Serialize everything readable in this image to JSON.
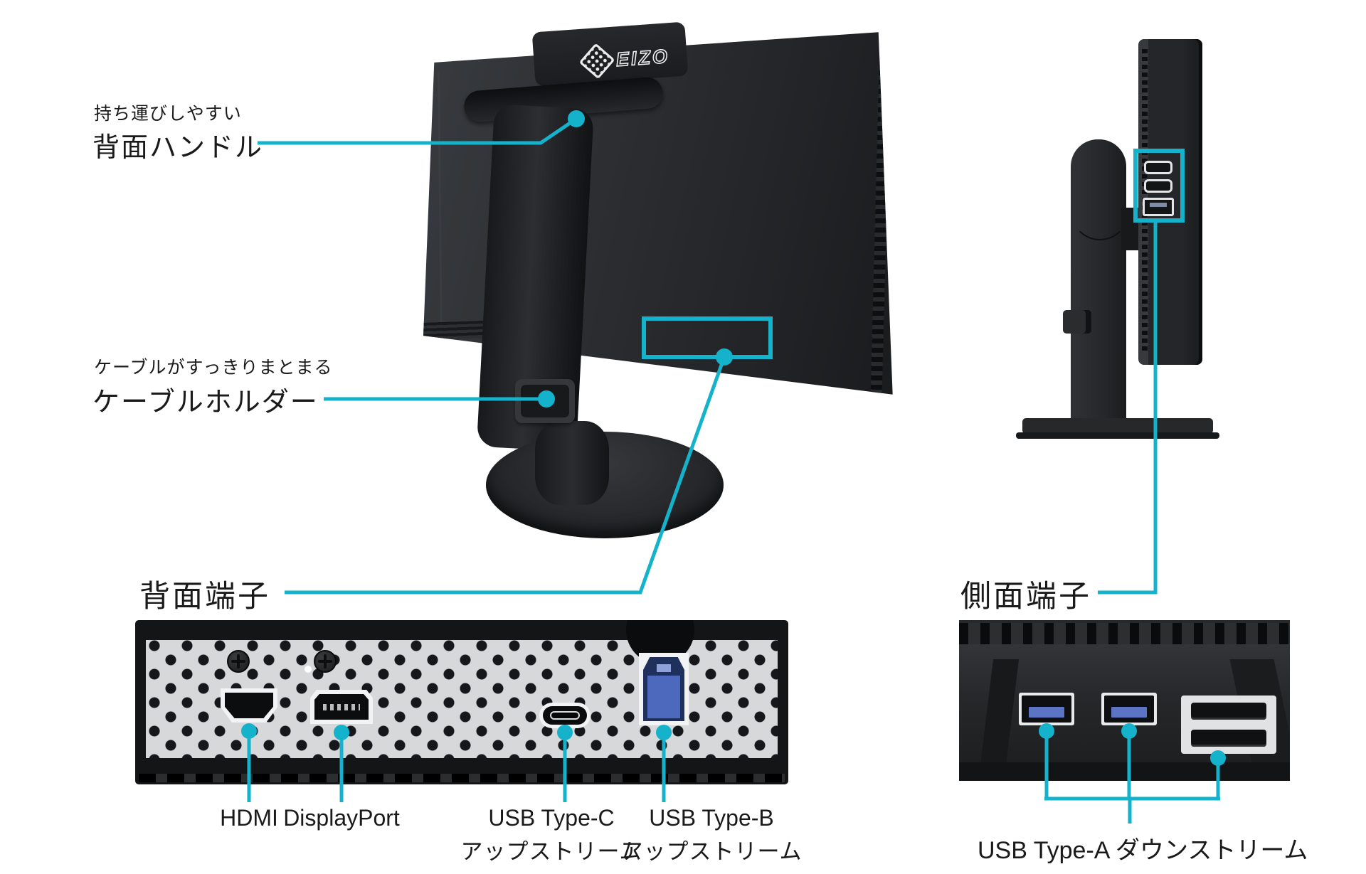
{
  "colors": {
    "accent": "#15b2cc",
    "text": "#1a1a1a",
    "background": "#ffffff",
    "panel_silver": "#d6d8da",
    "usb_blue": "#5b74c4",
    "monitor_body": "#2a2c2f"
  },
  "brand": {
    "logo_text": "EIZO"
  },
  "callouts": {
    "rear_handle": {
      "subtitle": "持ち運びしやすい",
      "title": "背面ハンドル"
    },
    "cable_holder": {
      "subtitle": "ケーブルがすっきりまとまる",
      "title": "ケーブルホルダー"
    },
    "rear_terminals": {
      "title": "背面端子"
    },
    "side_terminals": {
      "title": "側面端子"
    }
  },
  "rear_terminal_labels": [
    {
      "name": "HDMI"
    },
    {
      "name": "DisplayPort"
    },
    {
      "name": "USB Type-C",
      "note": "アップストリーム"
    },
    {
      "name": "USB Type-B",
      "note": "アップストリーム"
    }
  ],
  "side_terminal_label": "USB Type-A ダウンストリーム"
}
